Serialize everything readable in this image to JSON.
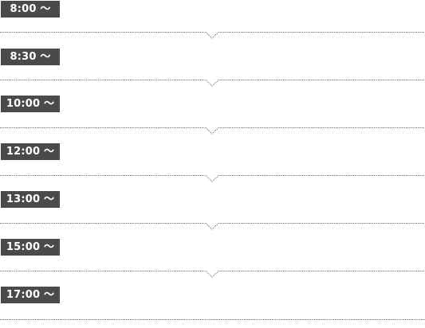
{
  "schedule": {
    "times": [
      "8:00 〜",
      "8:30 〜",
      "10:00 〜",
      "12:00 〜",
      "13:00 〜",
      "15:00 〜",
      "17:00 〜"
    ],
    "divider_style": "dotted-with-down-chevron",
    "colors": {
      "badge_bg": "#4a4a4a",
      "badge_text": "#ffffff",
      "divider": "#555555"
    }
  }
}
